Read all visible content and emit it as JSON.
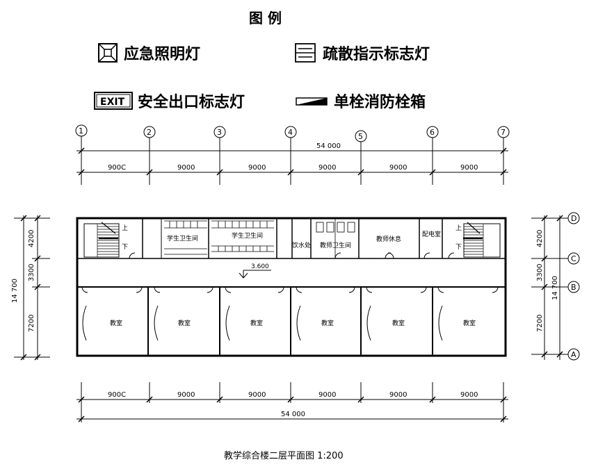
{
  "legend": {
    "title": "图  例",
    "items": {
      "emergency_light": "应急照明灯",
      "evacuation_sign": "疏散指示标志灯",
      "exit_sign": "安全出口标志灯",
      "hydrant_box": "单栓消防栓箱"
    },
    "exit_box_text": "EXIT"
  },
  "axes": {
    "columns": [
      "1",
      "2",
      "3",
      "4",
      "5",
      "6",
      "7"
    ],
    "rows": [
      "D",
      "C",
      "B",
      "A"
    ]
  },
  "dimensions": {
    "top_total": "54 000",
    "top_spans": [
      "900C",
      "9000",
      "9000",
      "9000",
      "9000",
      "9000"
    ],
    "bottom_spans": [
      "900C",
      "9000",
      "9000",
      "9000",
      "9000",
      "9000"
    ],
    "bottom_total": "54 000",
    "left_total": "14 700",
    "left_spans": [
      "4200",
      "3300",
      "7200"
    ],
    "right_total": "14 700",
    "right_spans": [
      "4200",
      "3300",
      "7200"
    ]
  },
  "rooms": {
    "toilet_student_1": "学生卫生间",
    "toilet_student_2": "学生卫生间",
    "water": "饮水处",
    "toilet_teacher": "教师卫生间",
    "teacher_rest": "教师休息",
    "switch_room": "配电室",
    "classroom": "教室",
    "stair_up": "上",
    "stair_down": "下"
  },
  "elevation": "3.600",
  "caption": "教学综合楼二层平面图   1:200"
}
